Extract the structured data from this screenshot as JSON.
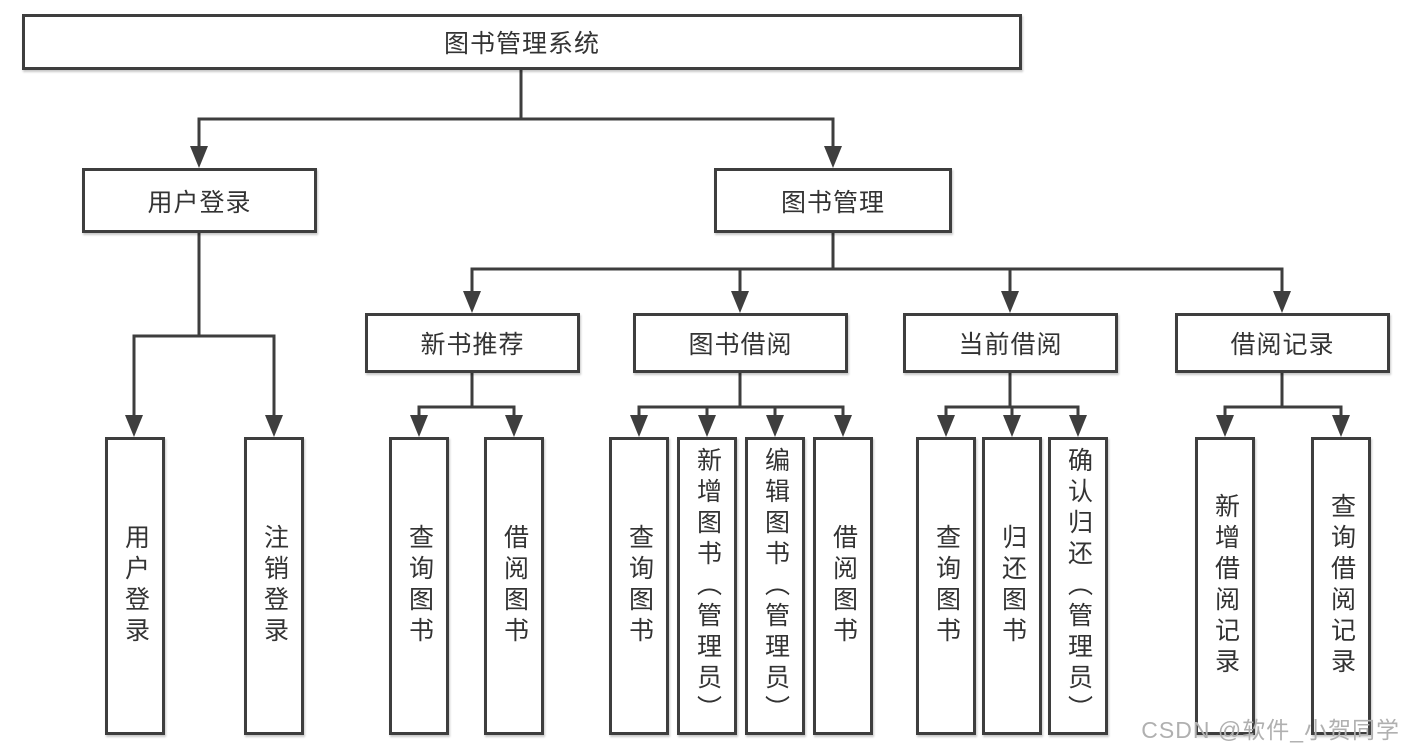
{
  "root": {
    "label": "图书管理系统"
  },
  "branches": [
    {
      "label": "用户登录",
      "children": [
        {
          "label": "用户登录"
        },
        {
          "label": "注销登录"
        }
      ]
    },
    {
      "label": "图书管理",
      "groups": [
        {
          "label": "新书推荐",
          "children": [
            {
              "label": "查询图书"
            },
            {
              "label": "借阅图书"
            }
          ]
        },
        {
          "label": "图书借阅",
          "children": [
            {
              "label": "查询图书"
            },
            {
              "label": "新增图书（管理员）"
            },
            {
              "label": "编辑图书（管理员）"
            },
            {
              "label": "借阅图书"
            }
          ]
        },
        {
          "label": "当前借阅",
          "children": [
            {
              "label": "查询图书"
            },
            {
              "label": "归还图书"
            },
            {
              "label": "确认归还（管理员）"
            }
          ]
        },
        {
          "label": "借阅记录",
          "children": [
            {
              "label": "新增借阅记录"
            },
            {
              "label": "查询借阅记录"
            }
          ]
        }
      ]
    }
  ],
  "watermark": "CSDN @软件_小贺同学",
  "colors": {
    "line": "#3e3e3e",
    "box_border": "#3e3e3e",
    "text": "#333333",
    "watermark": "#b0b0b0"
  }
}
